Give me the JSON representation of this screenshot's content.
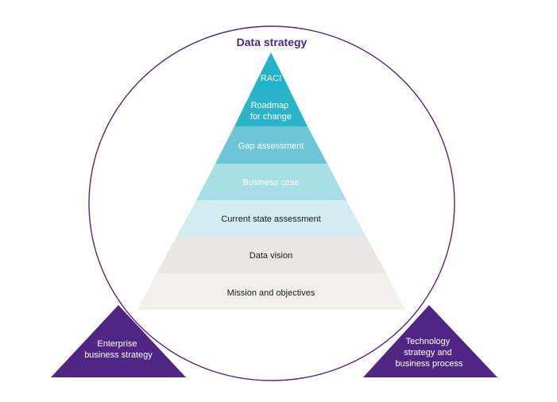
{
  "title": "Data strategy",
  "colors": {
    "purple": "#4f2683",
    "level_1": "#21b3c7",
    "level_2": "#2cb5c8",
    "level_3": "#6cc6d5",
    "level_4": "#a7dde5",
    "level_5": "#d2ecf0",
    "level_6": "#e9e6e3",
    "level_7": "#f1f0ed",
    "text_dark": "#1a1a1a",
    "text_light": "#ffffff"
  },
  "pyramid": {
    "levels": [
      {
        "lines": [
          "RACI"
        ]
      },
      {
        "lines": [
          "Roadmap",
          "for change"
        ]
      },
      {
        "lines": [
          "Gap assessment"
        ]
      },
      {
        "lines": [
          "Business case"
        ]
      },
      {
        "lines": [
          "Current state assessment"
        ]
      },
      {
        "lines": [
          "Data vision"
        ]
      },
      {
        "lines": [
          "Mission and objectives"
        ]
      }
    ]
  },
  "bases": {
    "left": {
      "lines": [
        "Enterprise",
        "business strategy"
      ]
    },
    "right": {
      "lines": [
        "Technology",
        "strategy and",
        "business process"
      ]
    }
  }
}
